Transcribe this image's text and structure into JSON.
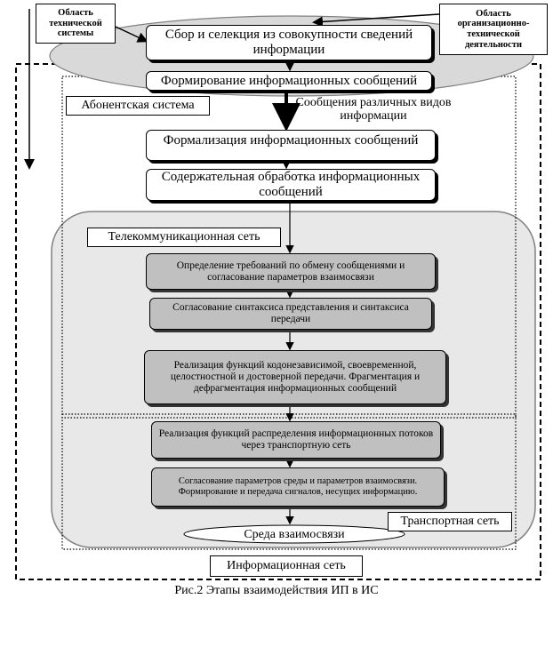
{
  "areas": {
    "technical": "Область технической системы",
    "organizational": "Область организационно-технической деятельности",
    "subscriber": "Абонентская система",
    "telecom": "Телекоммуникационная сеть",
    "transport": "Транспортная сеть",
    "information": "Информационная сеть"
  },
  "nodes": {
    "n1": "Сбор и селекция из совокупности сведений информации",
    "n2": "Формирование информационных сообщений",
    "n3": "Формализация информационных сообщений",
    "n4": "Содержательная обработка информационных сообщений",
    "n5": "Определение требований по обмену сообщениями и согласование параметров взаимосвязи",
    "n6": "Согласование синтаксиса представления и синтаксиса передачи",
    "n7": "Реализация функций кодонезависимой, своевременной, целостностной и достоверной передачи. Фрагментация и дефрагментация информационных сообщений",
    "n8": "Реализация функций распределения информационных потоков через транспортную сеть",
    "n9": "Согласование параметров среды и параметров взаимосвязи. Формирование и передача сигналов, несущих информацию.",
    "medium": "Среда взаимосвязи"
  },
  "annotations": {
    "messages": "Сообщения различных видов информации"
  },
  "caption": "Рис.2 Этапы взаимодействия ИП в ИС"
}
